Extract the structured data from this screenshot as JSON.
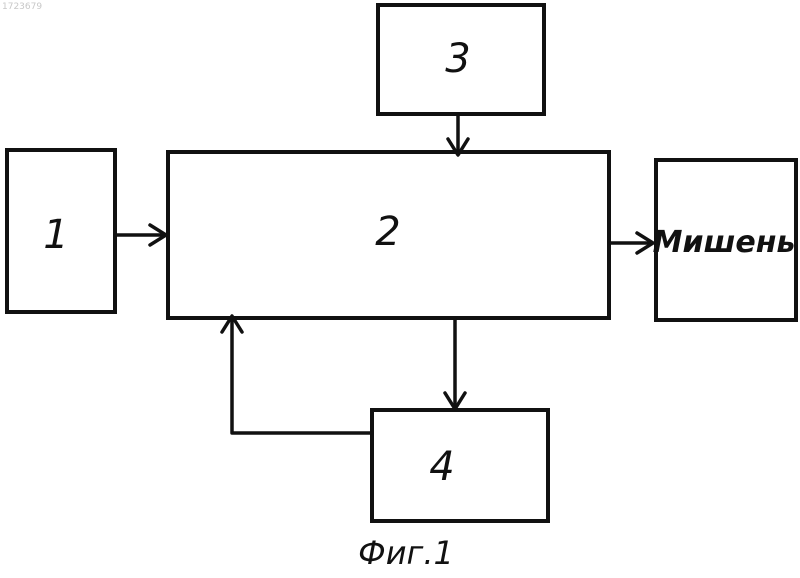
{
  "header": {
    "doc_number": "1723679"
  },
  "blocks": {
    "block_1": "1",
    "block_2": "2",
    "block_3": "3",
    "block_4": "4",
    "target": "Мишень"
  },
  "caption": "Фиг.1"
}
